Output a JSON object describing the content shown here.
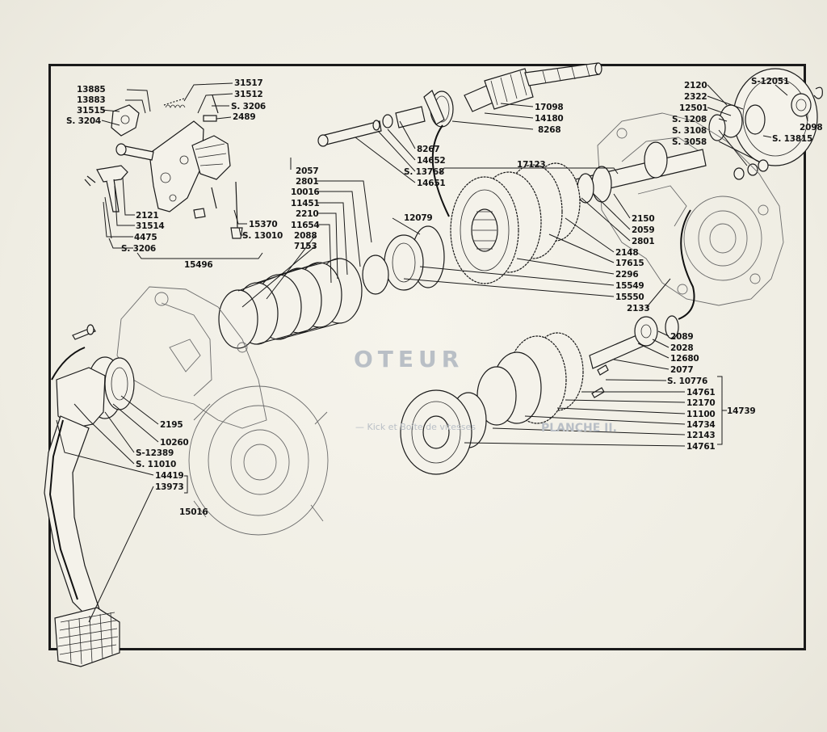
{
  "ghost_text": {
    "title": "OTEUR",
    "caption_left": "PLANCHE II.",
    "caption_right": "— Kick et Boîte de vitesses"
  },
  "groups": {
    "g15496": "15496",
    "g17123": "17123",
    "g15016": "15016",
    "g14739": "14739"
  },
  "labels": {
    "l13885": "13885",
    "l13883": "13883",
    "l31515": "31515",
    "l3204": "S. 3204",
    "l31517": "31517",
    "l31512": "31512",
    "l3206a": "S. 3206",
    "l2489": "2489",
    "l2121": "2121",
    "l31514": "31514",
    "l4475": "4475",
    "l3206b": "S. 3206",
    "l15370": "15370",
    "l13010": "S. 13010",
    "l2057": "2057",
    "l2801a": "2801",
    "l10016": "10016",
    "l11451": "11451",
    "l2210": "2210",
    "l11654": "11654",
    "l2088": "2088",
    "l7153": "7153",
    "l12079": "12079",
    "l8267": "8267",
    "l14652": "14652",
    "l13768": "S. 13768",
    "l14651": "14651",
    "l17098": "17098",
    "l14180": "14180",
    "l8268": "8268",
    "l2120": "2120",
    "l2322": "2322",
    "l12501": "12501",
    "l1208": "S. 1208",
    "l3108": "S. 3108",
    "l3058": "S. 3058",
    "l12051": "S-12051",
    "l2098": "2098",
    "l13815": "S. 13815",
    "l2150": "2150",
    "l2059": "2059",
    "l2801b": "2801",
    "l2148": "2148",
    "l17615": "17615",
    "l2296": "2296",
    "l15549": "15549",
    "l15550": "15550",
    "l2133": "2133",
    "l2089": "2089",
    "l2028": "2028",
    "l12680": "12680",
    "l2077": "2077",
    "l10776": "S. 10776",
    "l14761a": "14761",
    "l12170": "12170",
    "l11100": "11100",
    "l14734": "14734",
    "l12143": "12143",
    "l14761b": "14761",
    "l2195": "2195",
    "l10260": "10260",
    "l12389": "S-12389",
    "l11010": "S. 11010",
    "l14419": "14419",
    "l13973": "13973"
  }
}
